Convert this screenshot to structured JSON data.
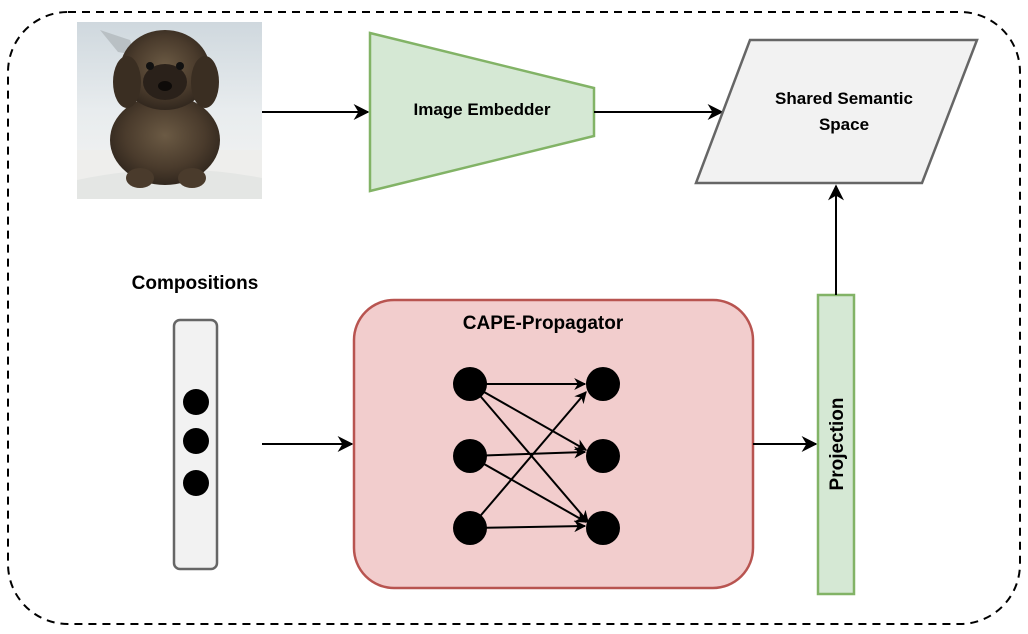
{
  "labels": {
    "image_embedder": "Image Embedder",
    "shared_space_line1": "Shared Semantic",
    "shared_space_line2": "Space",
    "compositions": "Compositions",
    "propagator": "CAPE-Propagator",
    "projection": "Projection"
  },
  "colors": {
    "green_fill": "#d5e8d4",
    "green_stroke": "#82b366",
    "red_fill": "#f2cdcd",
    "red_stroke": "#b85450",
    "gray_fill": "#f2f2f2",
    "gray_stroke": "#666666"
  },
  "image": {
    "subject": "wet-puppy-photo"
  }
}
